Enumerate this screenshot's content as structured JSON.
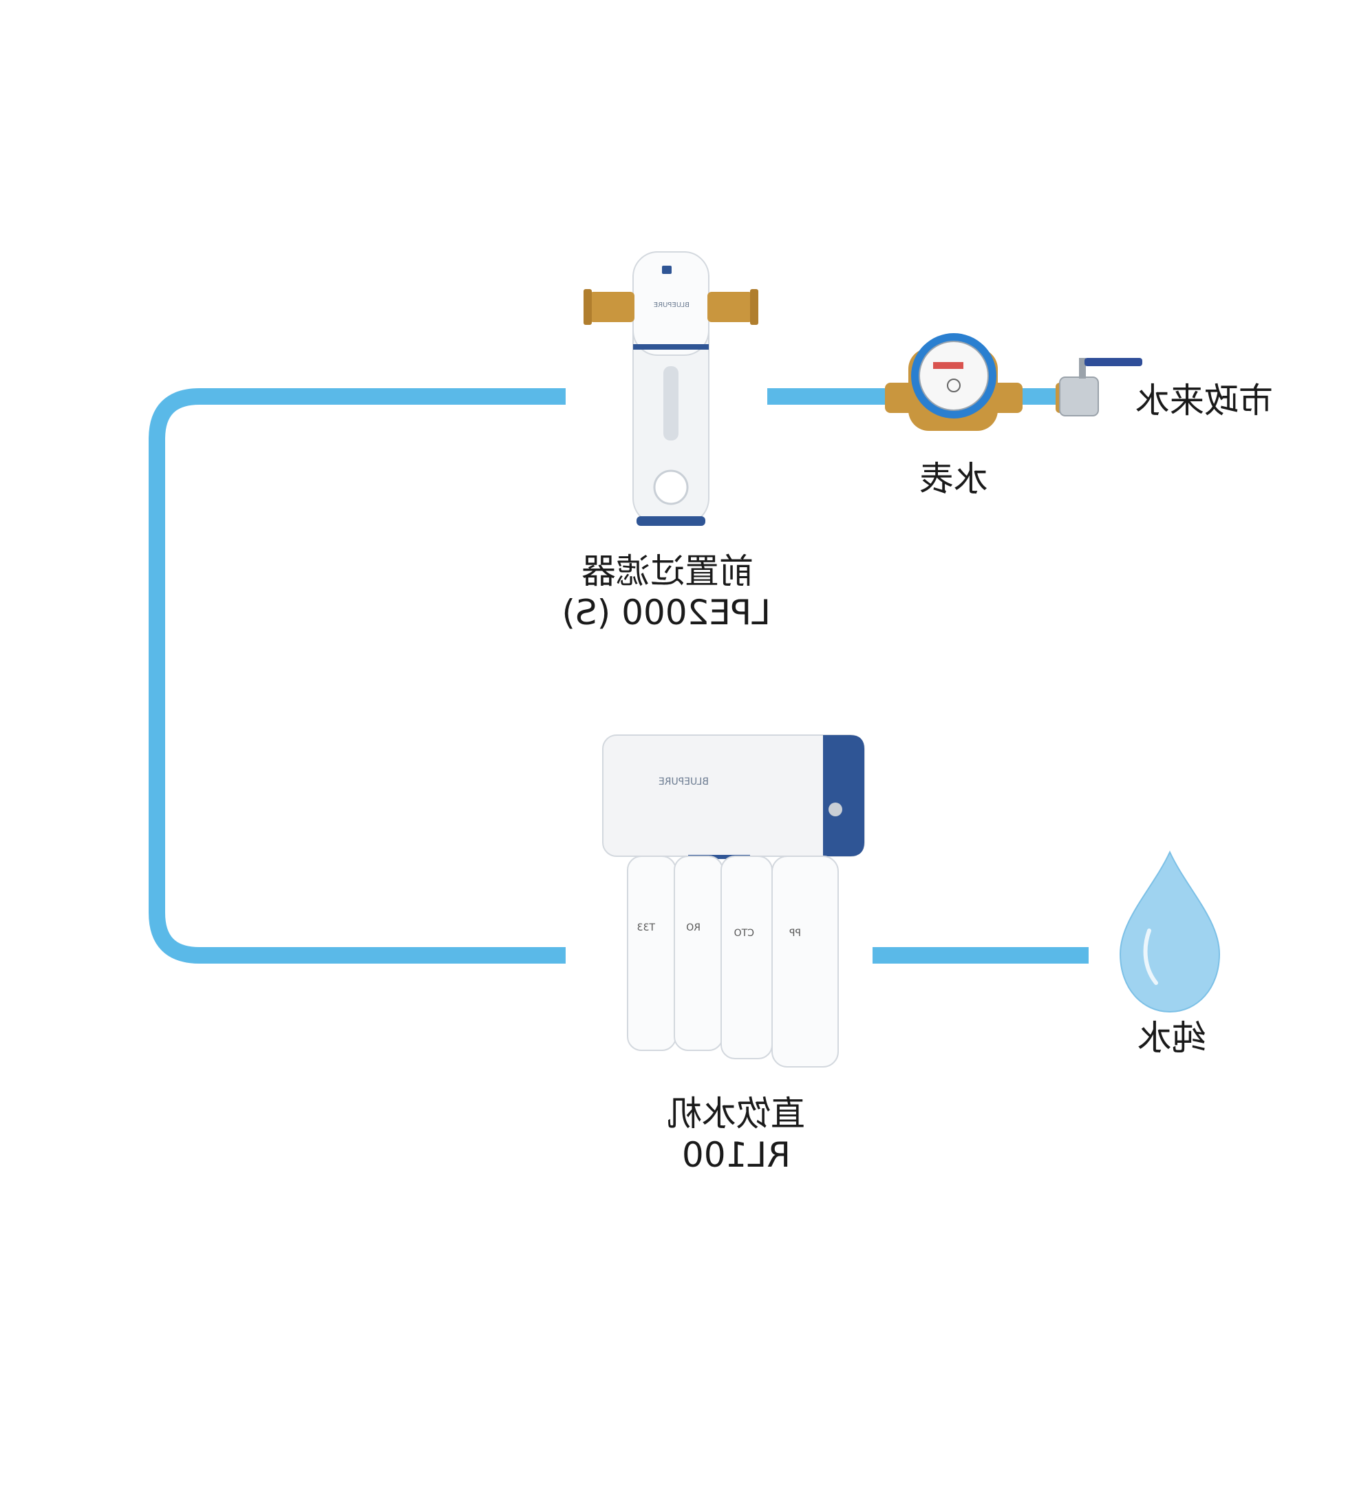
{
  "diagram": {
    "colors": {
      "pipe": "#5ab9e8",
      "brand_blue": "#2f5595",
      "brass": "#c9963e",
      "droplet": "#9fd3f0"
    },
    "nodes": {
      "municipal_water": {
        "label": "市政来水"
      },
      "water_meter": {
        "label": "水表"
      },
      "pre_filter": {
        "label": "前置过滤器",
        "model": "LPE2000 (S)"
      },
      "purifier": {
        "label": "直饮水机",
        "model": "RL100"
      },
      "pure_water": {
        "label": "纯水"
      }
    },
    "product_marks": {
      "pre_filter_brand": "BLUEPURE",
      "purifier_brand": "BLUEPURE",
      "cartridges": [
        "T33",
        "RO",
        "CTO",
        "PP"
      ]
    }
  }
}
